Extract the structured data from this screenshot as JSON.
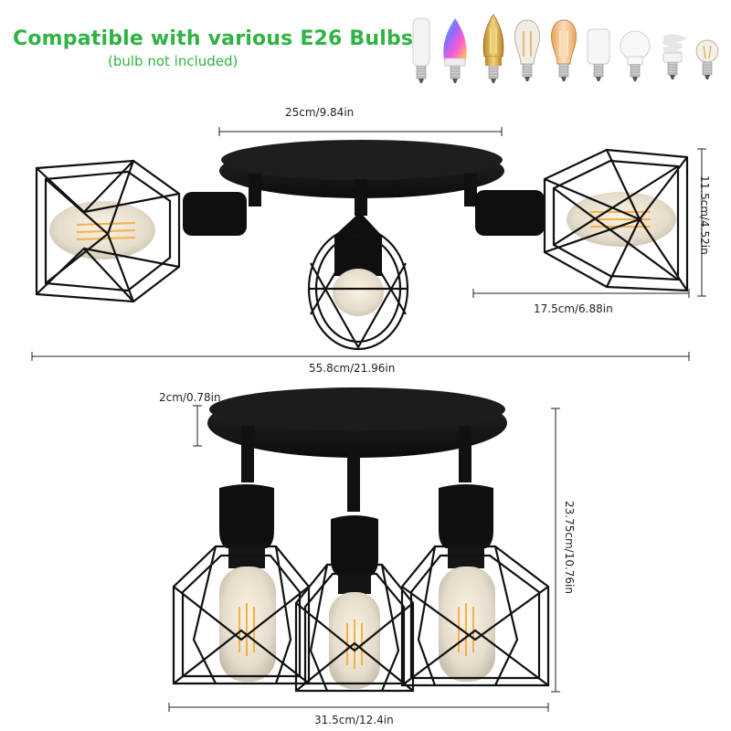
{
  "headline": "Compatible with various E26 Bulbs",
  "subline": "(bulb not included)",
  "dimensions": {
    "plate_width": "25cm/9.84in",
    "side_height": "11.5cm/4.52in",
    "shade_length": "17.5cm/6.88in",
    "total_width": "55.8cm/21.96in",
    "plate_thickness": "2cm/0.78in",
    "total_height": "23.75cm/10.76in",
    "bottom_width": "31.5cm/12.4in"
  },
  "bulbs": [
    "led-tube-bulb-icon",
    "rgb-candle-bulb-icon",
    "gold-candle-bulb-icon",
    "clear-edison-bulb-icon",
    "amber-edison-bulb-icon",
    "cylinder-led-bulb-icon",
    "a19-bulb-icon",
    "spiral-cfl-bulb-icon",
    "small-globe-bulb-icon"
  ],
  "colors": {
    "headline": "#2fb343",
    "fixture": "#141414",
    "filament": "#f2b04a"
  }
}
